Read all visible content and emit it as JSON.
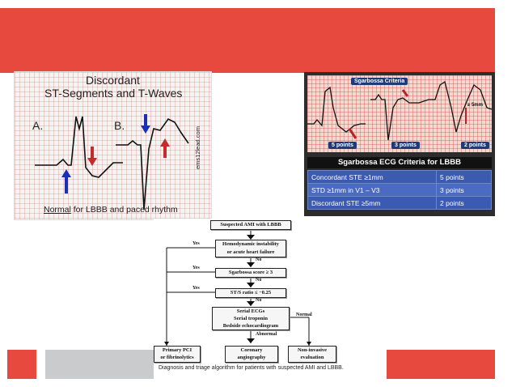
{
  "colors": {
    "accent": "#e8493f",
    "gray": "#c9cbcd",
    "table_blue": "#3b5bb0"
  },
  "left_panel": {
    "title_line1": "Discordant",
    "title_line2": "ST-Segments and T-Waves",
    "label_a": "A.",
    "label_b": "B.",
    "watermark": "ems12lead.com",
    "footer_underlined": "Normal",
    "footer_rest": " for LBBB and paced rhythm"
  },
  "right_panel": {
    "strip_label": "Sgarbossa Criteria",
    "badges": [
      "5 points",
      "3 points",
      "2 points"
    ],
    "mm_label": "≥ 5mm",
    "table_title": "Sgarbossa ECG Criteria for LBBB",
    "rows": [
      {
        "criterion": "Concordant STE ≥1mm",
        "points": "5 points"
      },
      {
        "criterion": "STD ≥1mm in V1 – V3",
        "points": "3 points"
      },
      {
        "criterion": "Discordant STE ≥5mm",
        "points": "2 points"
      }
    ]
  },
  "flowchart": {
    "start": "Suspected AMI with LBBB",
    "step1_line1": "Hemodynamic instability",
    "step1_line2": "or acute heart failure",
    "step2": "Sgarbossa score ≥ 3",
    "step3": "ST/S ratio ≤ −0.25",
    "step4_line1": "Serial ECGs",
    "step4_line2": "Serial troponin",
    "step4_line3": "Bedside echocardiogram",
    "yes": "Yes",
    "no": "No",
    "normal": "Normal",
    "abnormal": "Abnormal",
    "out1_line1": "Primary PCI",
    "out1_line2": "or fibrinolytics",
    "out2_line1": "Coronary",
    "out2_line2": "angiography",
    "out3_line1": "Non-invasive",
    "out3_line2": "evaluation",
    "caption": "Diagnosis and triage algorithm for patients with suspected AMI and LBBB."
  }
}
